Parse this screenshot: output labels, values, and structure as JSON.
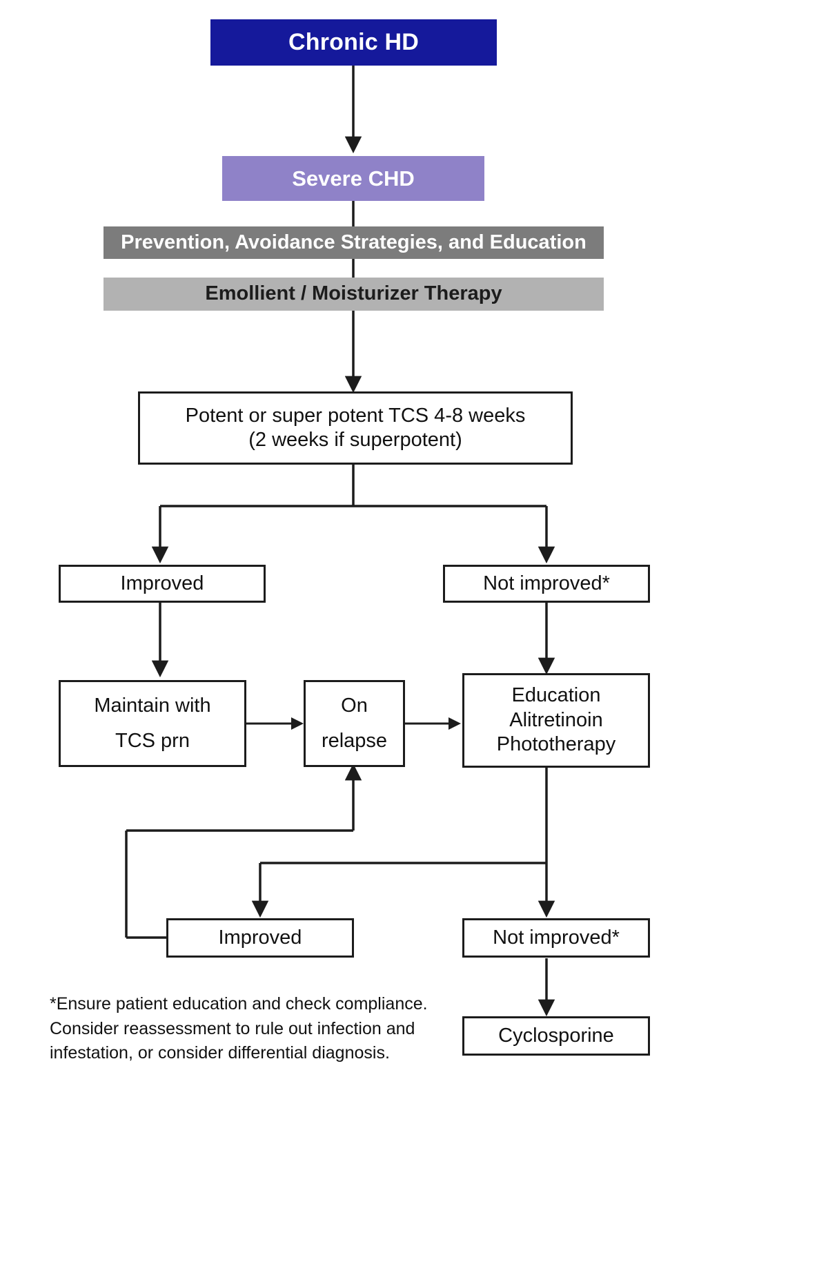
{
  "diagram": {
    "title": "Chronic Hand Dermatitis Treatment Algorithm",
    "colors": {
      "primary_dark_blue": "#15199b",
      "purple": "#8f82c8",
      "dark_gray": "#7c7c7c",
      "light_gray": "#b2b2b2",
      "outline": "#1c1c1c",
      "background": "#ffffff",
      "text_light": "#ffffff",
      "text_dark": "#111111"
    },
    "nodes": {
      "chronic_hd": {
        "label": "Chronic HD"
      },
      "severe_chd": {
        "label": "Severe CHD"
      },
      "prevention": {
        "label": "Prevention, Avoidance Strategies, and Education"
      },
      "emollient": {
        "label": "Emollient / Moisturizer Therapy"
      },
      "tcs": {
        "line1": "Potent or super potent TCS 4-8 weeks",
        "line2": "(2 weeks if superpotent)"
      },
      "improved_1": {
        "label": "Improved"
      },
      "not_improved_1": {
        "label": "Not improved*"
      },
      "maintain": {
        "line1": "Maintain with",
        "line2": "TCS prn"
      },
      "on_relapse": {
        "line1": "On",
        "line2": "relapse"
      },
      "education": {
        "line1": "Education",
        "line2": "Alitretinoin",
        "line3": "Phototherapy"
      },
      "improved_2": {
        "label": "Improved"
      },
      "not_improved_2": {
        "label": "Not improved*"
      },
      "cyclosporine": {
        "label": "Cyclosporine"
      }
    },
    "footnote": {
      "line1": "*Ensure patient education and check compliance.",
      "line2": "Consider reassessment to rule out infection and",
      "line3": "infestation, or consider differential diagnosis."
    }
  }
}
